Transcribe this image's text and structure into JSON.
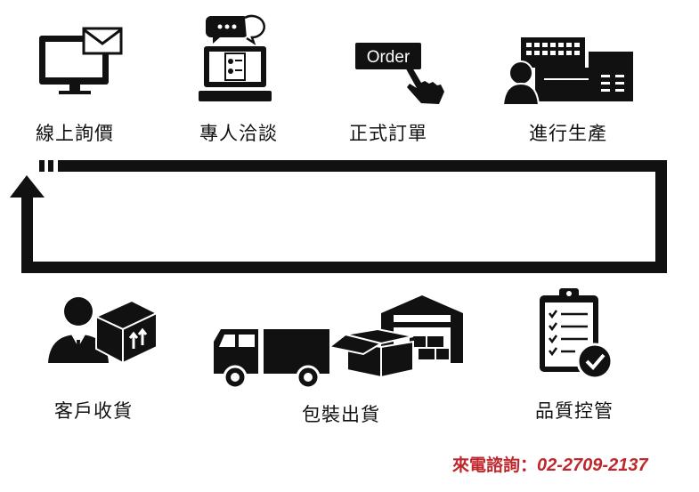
{
  "steps": {
    "s1": {
      "label": "線上詢價",
      "icon": "monitor-mail-icon"
    },
    "s2": {
      "label": "專人洽談",
      "icon": "consultation-computer-icon"
    },
    "s3": {
      "label": "正式訂單",
      "icon": "order-button-hand-icon"
    },
    "s4": {
      "label": "進行生產",
      "icon": "factory-worker-icon"
    },
    "s5": {
      "label": "客戶收貨",
      "icon": "customer-package-icon"
    },
    "s6": {
      "label": "包裝出貨",
      "icon": "truck-warehouse-icon"
    },
    "s7": {
      "label": "品質控管",
      "icon": "clipboard-check-icon"
    }
  },
  "order_badge": "Order",
  "contact": {
    "prefix": "來電諮詢：",
    "phone": "02-2709-2137"
  },
  "colors": {
    "line": "#111111",
    "contact": "#c0272d"
  }
}
